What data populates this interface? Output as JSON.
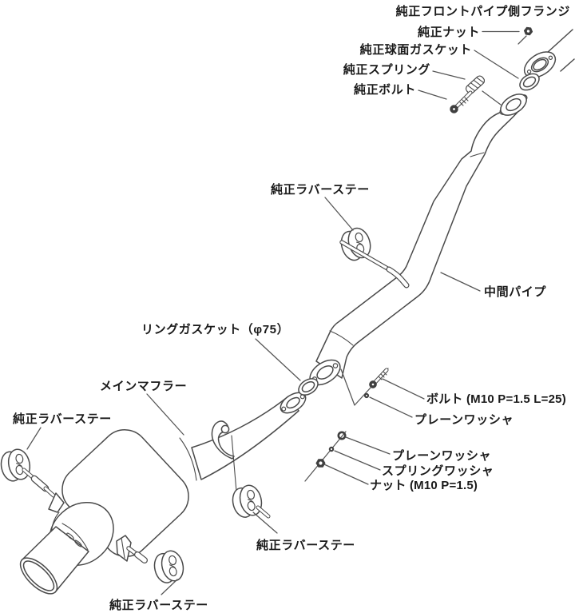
{
  "diagram": {
    "background": "#ffffff",
    "line_color": "#4a4a4a",
    "text_color": "#1a1a1a",
    "labels": {
      "front_pipe_flange": "純正フロントパイプ側フランジ",
      "stock_nut": "純正ナット",
      "spherical_gasket": "純正球面ガスケット",
      "stock_spring": "純正スプリング",
      "stock_bolt": "純正ボルト",
      "rubber_stay_top": "純正ラバーステー",
      "mid_pipe": "中間パイプ",
      "ring_gasket": "リングガスケット（φ75）",
      "main_muffler": "メインマフラー",
      "rubber_stay_left": "純正ラバーステー",
      "bolt_spec": "ボルト (M10 P=1.5 L=25)",
      "plain_washer_upper": "プレーンワッシャ",
      "plain_washer_lower": "プレーンワッシャ",
      "spring_washer": "スプリングワッシャ",
      "nut_spec": "ナット (M10 P=1.5)",
      "rubber_stay_center": "純正ラバーステー",
      "rubber_stay_bottom": "純正ラバーステー"
    }
  }
}
